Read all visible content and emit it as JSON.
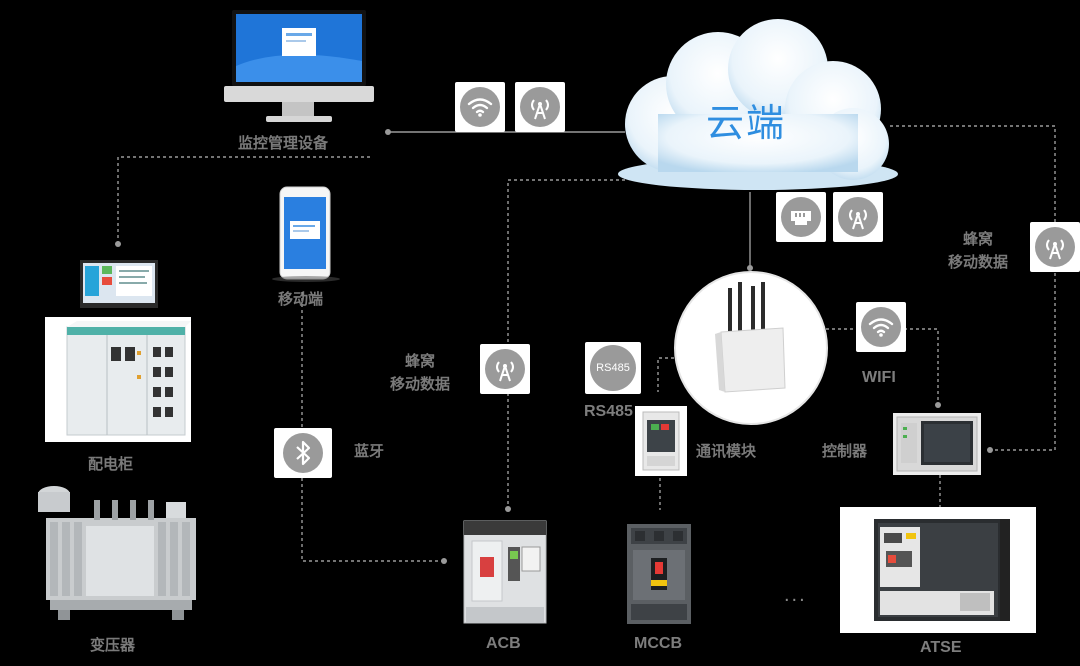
{
  "cloud": {
    "label": "云端"
  },
  "devices": {
    "monitor": "监控管理设备",
    "mobile": "移动端",
    "cabinet": "配电柜",
    "transformer": "变压器",
    "acb": "ACB",
    "mccb": "MCCB",
    "atse": "ATSE",
    "comm_module": "通讯模块",
    "controller": "控制器"
  },
  "connections": {
    "bluetooth": "蓝牙",
    "cellular_1": "蜂窝",
    "cellular_2": "移动数据",
    "cellular_right_1": "蜂窝",
    "cellular_right_2": "移动数据",
    "rs485": "RS485",
    "rs485_tile": "RS485",
    "wifi": "WIFI"
  },
  "more": "...",
  "icons": [
    "wifi-icon",
    "cellular-antenna-icon",
    "ethernet-port-icon",
    "bluetooth-icon",
    "rs485-icon"
  ],
  "colors": {
    "cloud_text": "#2f8ee0",
    "label": "#7a7a7a",
    "link": "#9a9a9a",
    "background": "#000000",
    "icon_bg": "#9a9a9a"
  }
}
